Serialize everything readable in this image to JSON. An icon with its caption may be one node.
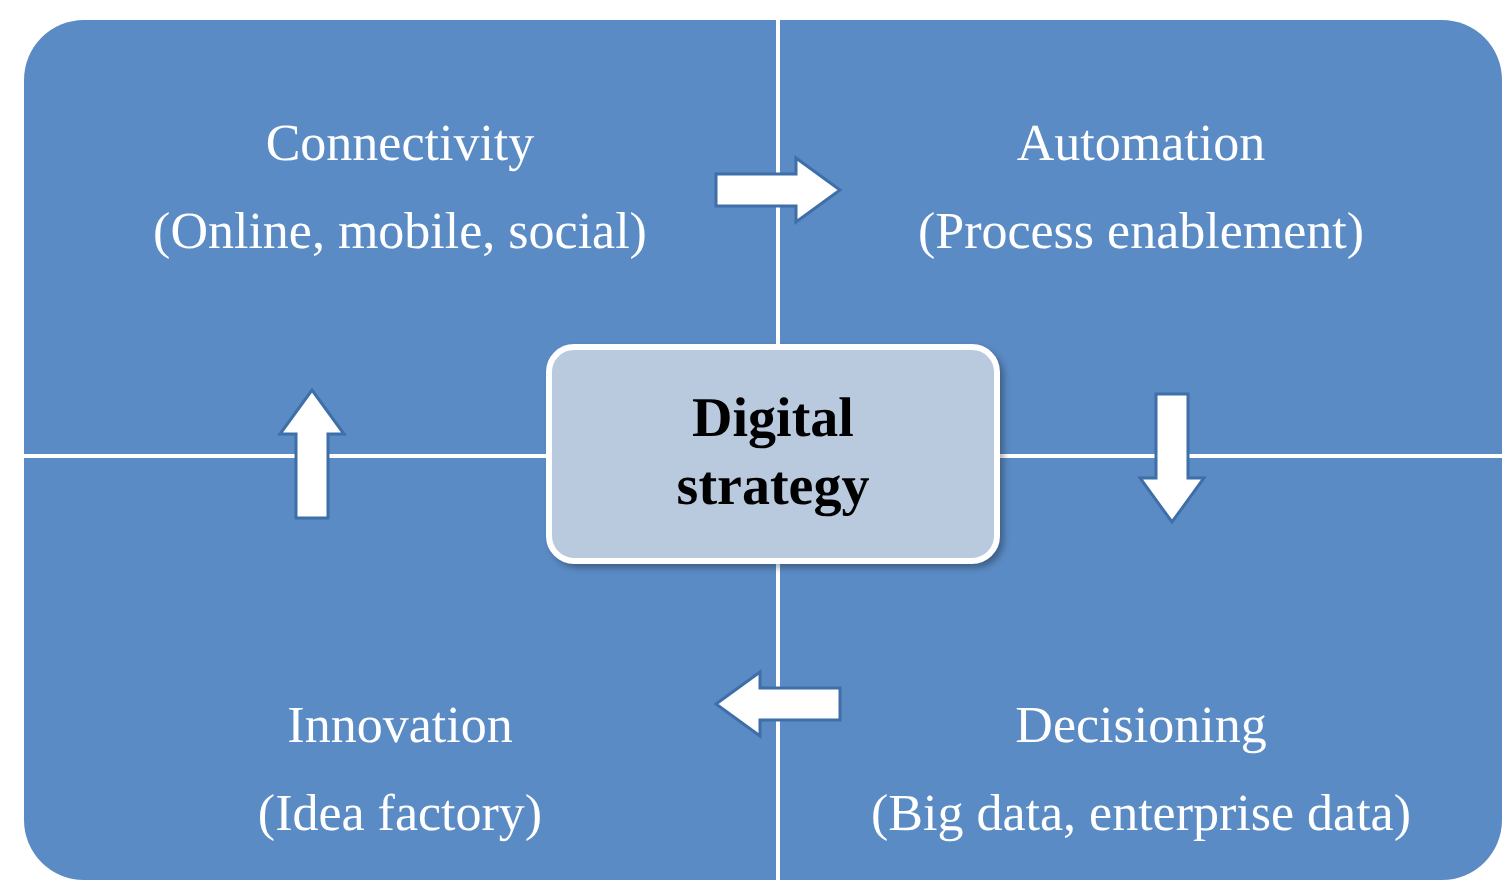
{
  "diagram": {
    "nodes": [
      {
        "text": [
          "Connectivity",
          "(Online, mobile, social)"
        ]
      },
      {
        "text": [
          "Automation",
          "(Process enablement)"
        ]
      },
      {
        "text": [
          "Decisioning",
          "(Big data, enterprise data)"
        ]
      },
      {
        "text": [
          "Innovation",
          "(Idea factory)"
        ]
      },
      {
        "text": [
          "Digital strategy"
        ]
      }
    ],
    "edges": [
      {
        "from": 0,
        "to": 1,
        "arrow": "to"
      },
      {
        "from": 1,
        "to": 2,
        "arrow": "to"
      },
      {
        "from": 2,
        "to": 3,
        "arrow": "to"
      },
      {
        "from": 3,
        "to": 0,
        "arrow": "to"
      }
    ]
  }
}
